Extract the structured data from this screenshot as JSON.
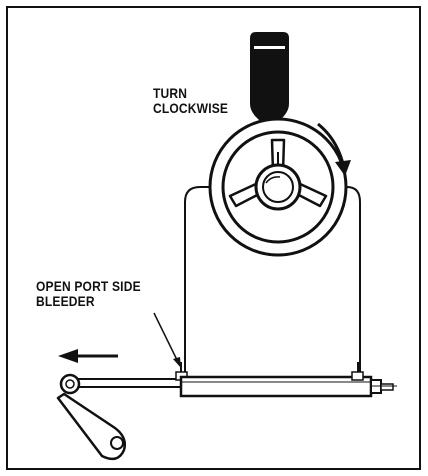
{
  "labels": {
    "turn": {
      "line1": "TURN",
      "line2": "CLOCKWISE"
    },
    "bleeder": {
      "line1": "OPEN PORT SIDE",
      "line2": "BLEEDER"
    }
  },
  "colors": {
    "ink": "#111111",
    "paper": "#ffffff"
  },
  "icons": {
    "fluid_bottle": "fluid-bottle-icon",
    "steering_wheel": "steering-wheel-icon",
    "rotation_arrow": "clockwise-arrow-icon",
    "direction_arrow": "left-arrow-icon",
    "cylinder": "steering-cylinder-icon",
    "tiller_arm": "tiller-arm-icon"
  }
}
